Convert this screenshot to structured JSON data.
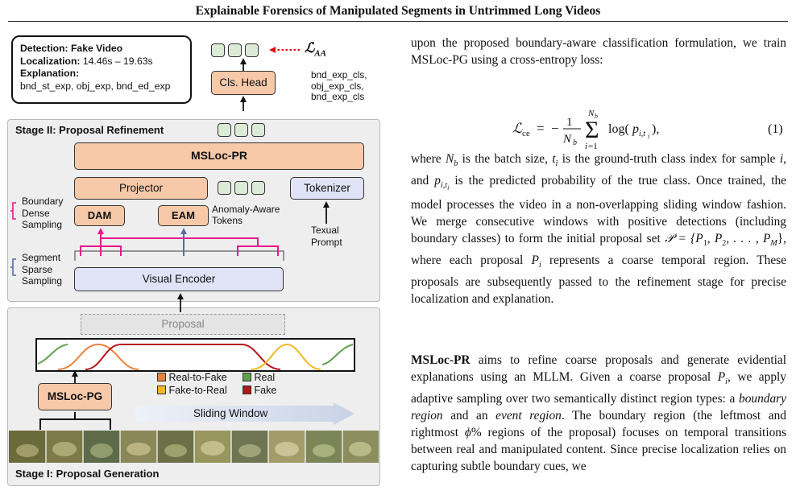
{
  "header": {
    "title": "Explainable Forensics of Manipulated Segments in Untrimmed Long Videos"
  },
  "figure": {
    "result_box": {
      "detection_label": "Detection:",
      "detection_value": "Fake Video",
      "localization_label": "Localization:",
      "localization_value": "14.46s – 19.63s",
      "explanation_label": "Explanation:",
      "explanation_value": "bnd_st_exp, obj_exp, bnd_ed_exp"
    },
    "loss_label": "ℒ",
    "loss_sub": "AA",
    "cls_head": "Cls. Head",
    "cls_targets": [
      "bnd_exp_cls,",
      "obj_exp_cls,",
      "bnd_exp_cls"
    ],
    "stage2_title": "Stage II: Proposal Refinement",
    "msloc_pr": "MSLoc-PR",
    "projector": "Projector",
    "tokenizer": "Tokenizer",
    "dam": "DAM",
    "eam": "EAM",
    "anomaly_tokens": [
      "Anomaly-Aware",
      "Tokens"
    ],
    "textual_prompt": [
      "Texual",
      "Prompt"
    ],
    "boundary_sampling": [
      "Boundary",
      "Dense",
      "Sampling"
    ],
    "segment_sampling": [
      "Segment",
      "Sparse",
      "Sampling"
    ],
    "visual_encoder": "Visual Encoder",
    "proposal": "Proposal",
    "msloc_pg": "MSLoc-PG",
    "legend": [
      {
        "label": "Real-to-Fake",
        "color": "#e8823c"
      },
      {
        "label": "Real",
        "color": "#5fa04e"
      },
      {
        "label": "Fake-to-Real",
        "color": "#f2b822"
      },
      {
        "label": "Fake",
        "color": "#b3181b"
      }
    ],
    "sliding_window": "Sliding Window",
    "stage1_title": "Stage I: Proposal Generation"
  },
  "text": {
    "para1": "upon the proposed boundary-aware classification formulation, we train MSLoc-PG using a cross-entropy loss:",
    "eq_number": "(1)",
    "para2_parts": [
      "where ",
      "N",
      "b",
      " is the batch size, ",
      "t",
      "i",
      " is the ground-truth class index for sample ",
      "i",
      ", and ",
      "p",
      "i,t",
      "i",
      " is the predicted probability of the true class. Once trained, the model processes the video in a non-overlapping sliding window fashion. We merge consecutive windows with positive detections (including boundary classes) to form the initial proposal set ",
      "𝒫 = {P",
      "1",
      ", P",
      "2",
      ", . . . , P",
      "M",
      "}",
      ", where each proposal ",
      "P",
      "i",
      " represents a coarse temporal region. These proposals are subsequently passed to the refinement stage for precise localization and explanation."
    ],
    "para3_lead": "MSLoc-PR",
    "para3_a": " aims to refine coarse proposals and generate evidential explanations using an MLLM. Given a coarse proposal ",
    "para3_b": ", we apply adaptive sampling over two semantically distinct region types: a ",
    "para3_c": "boundary region",
    "para3_d": " and an ",
    "para3_e": "event region",
    "para3_f": ". The boundary region (the leftmost and rightmost ",
    "para3_g": "ϕ",
    "para3_h": "% regions of the proposal) focuses on temporal transitions between real and manipulated content. Since precise localization relies on capturing subtle boundary cues, we"
  }
}
